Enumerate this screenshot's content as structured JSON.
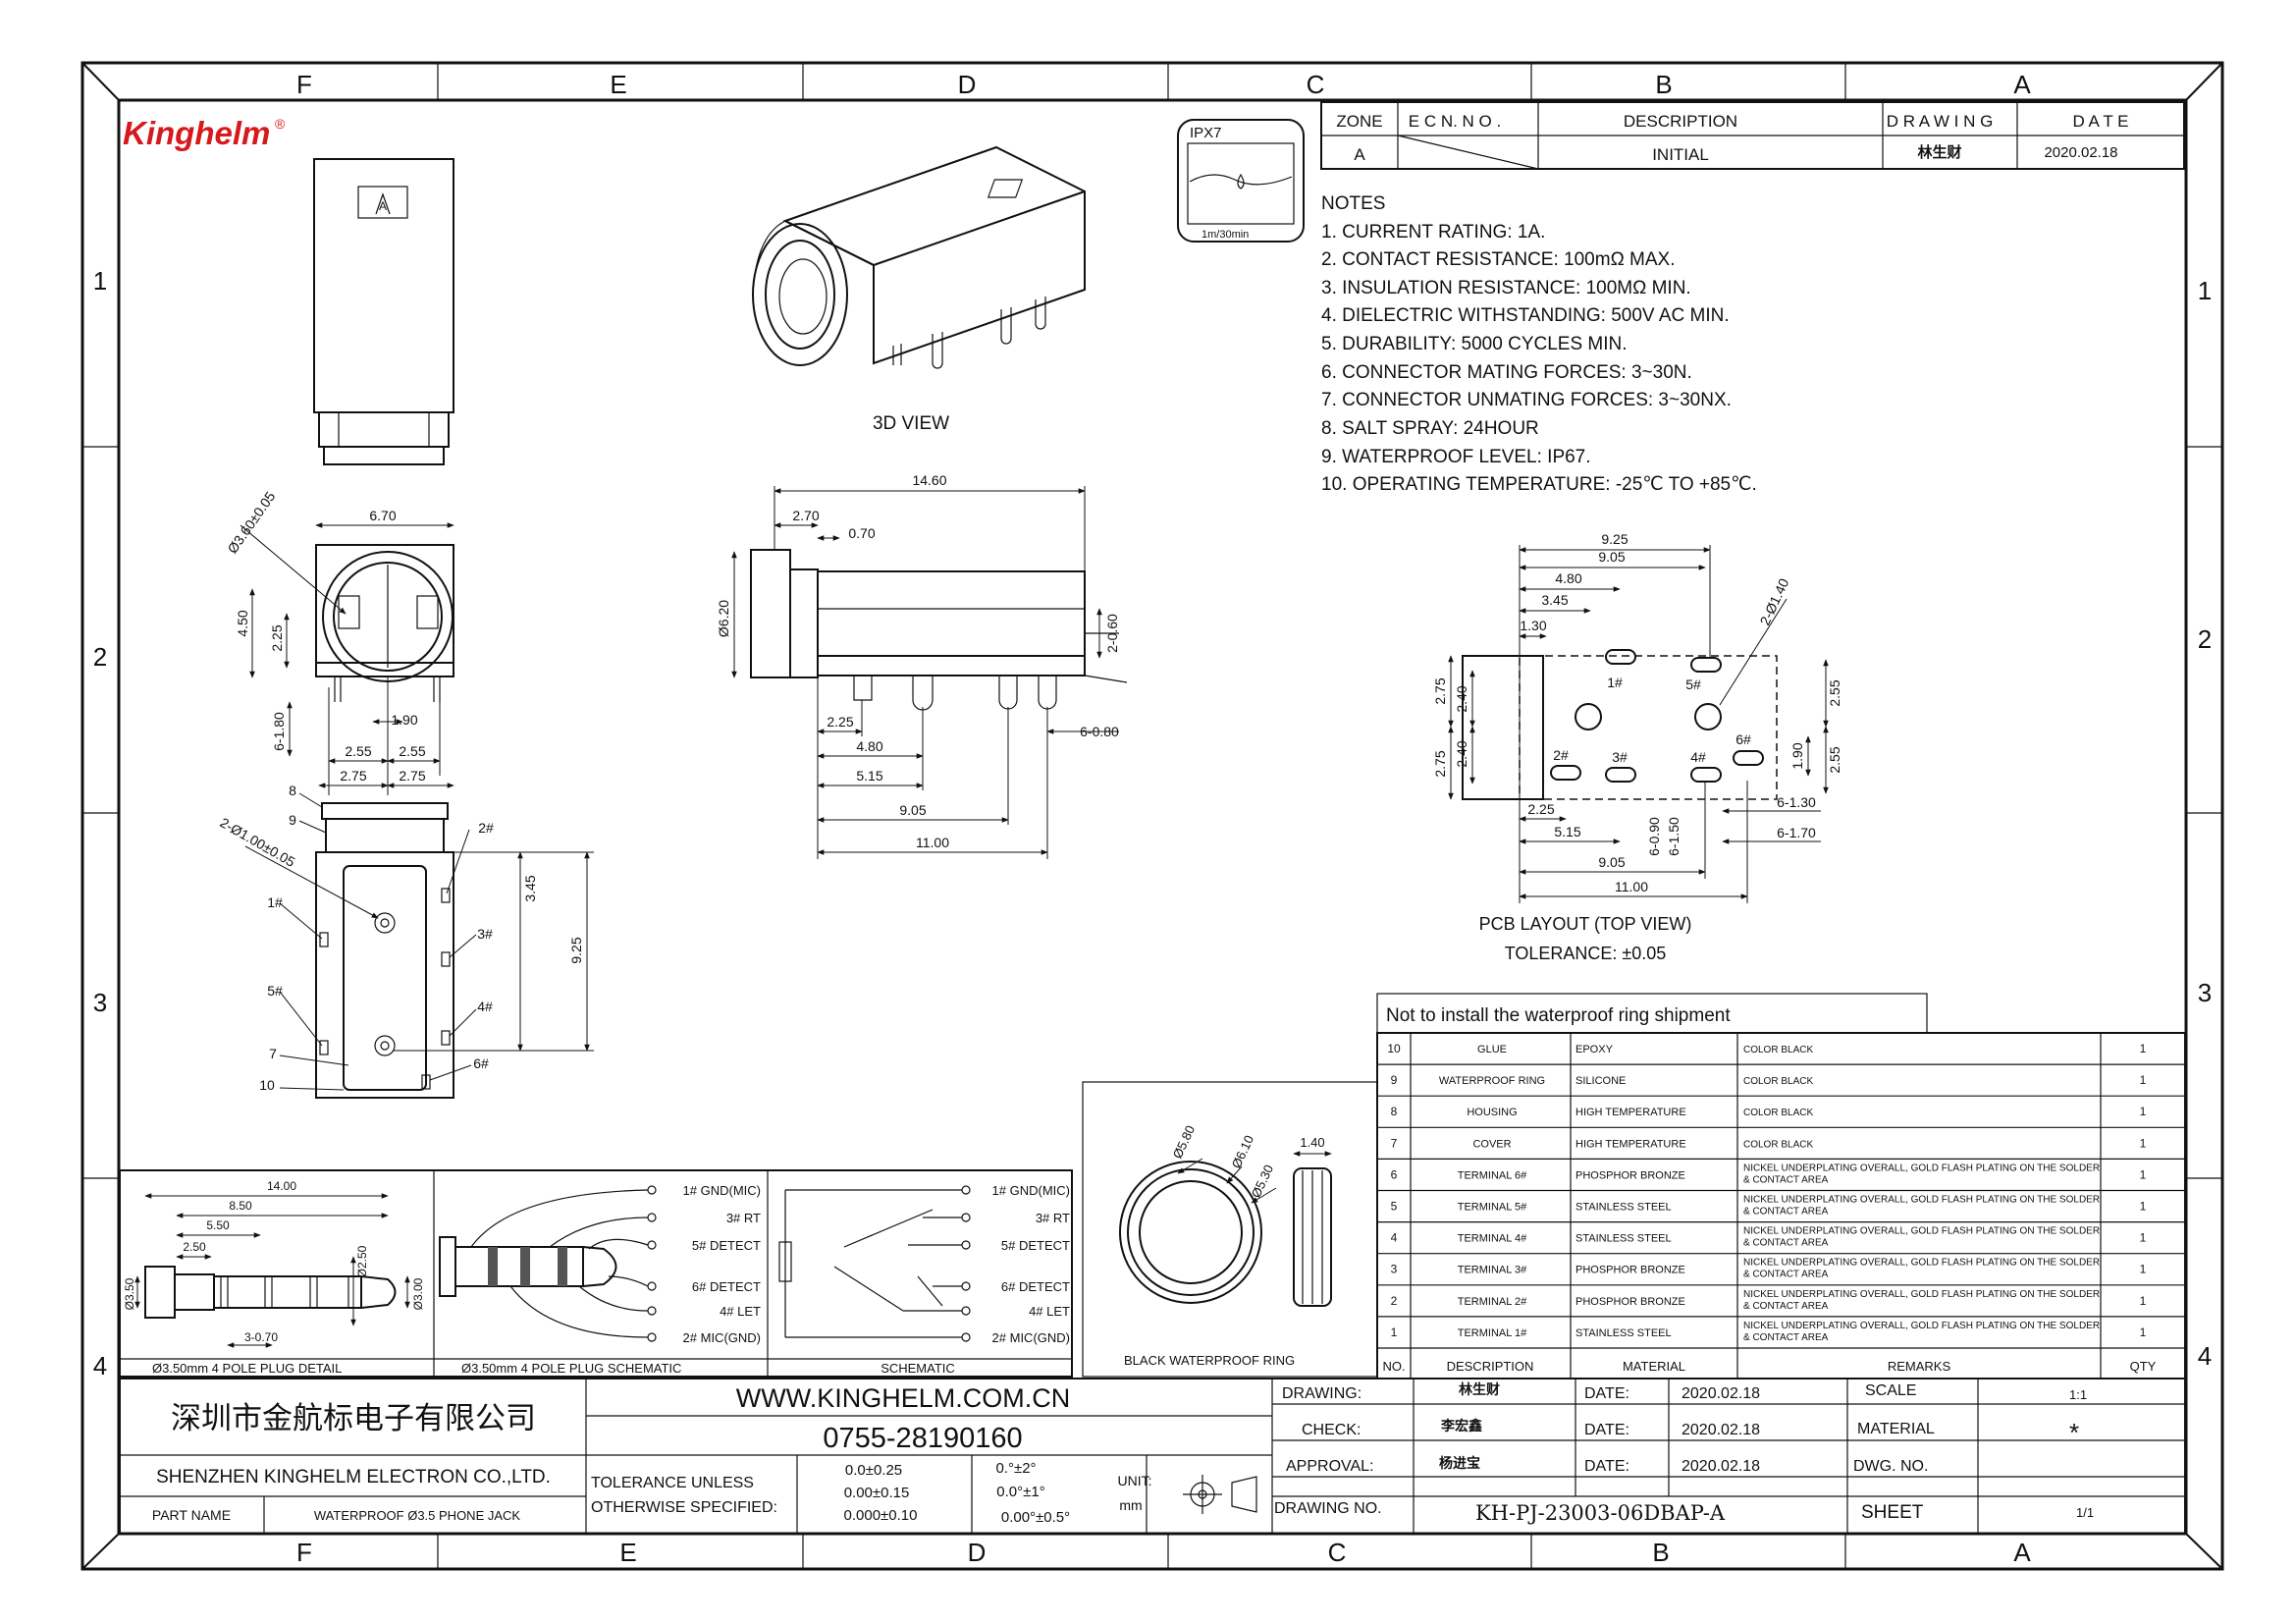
{
  "brand": {
    "logo_text": "Kinghelm",
    "logo_mark": "®",
    "color": "#d7191c"
  },
  "zones_top": [
    "F",
    "E",
    "D",
    "C",
    "B",
    "A"
  ],
  "zones_side": [
    "1",
    "2",
    "3",
    "4"
  ],
  "revision": {
    "headers": [
      "ZONE",
      "E C N. N O .",
      "DESCRIPTION",
      "D R A W I N G",
      "D A T E"
    ],
    "row": [
      "A",
      "",
      "INITIAL",
      "林生财",
      "2020.02.18"
    ]
  },
  "ipx": {
    "label": "IPX7",
    "depth": "1m/30min"
  },
  "notes": {
    "title": "NOTES",
    "items": [
      "1. CURRENT RATING: 1A.",
      "2. CONTACT RESISTANCE: 100mΩ MAX.",
      "3. INSULATION RESISTANCE: 100MΩ MIN.",
      "4. DIELECTRIC WITHSTANDING: 500V AC MIN.",
      "5. DURABILITY: 5000 CYCLES MIN.",
      "6. CONNECTOR MATING FORCES: 3~30N.",
      "7. CONNECTOR UNMATING FORCES: 3~30NX.",
      "8. SALT SPRAY: 24HOUR",
      "9. WATERPROOF LEVEL: IP67.",
      "10. OPERATING TEMPERATURE: -25℃ TO +85℃."
    ]
  },
  "views": {
    "view_3d": "3D VIEW",
    "pcb_title": "PCB LAYOUT (TOP VIEW)",
    "pcb_tol": "TOLERANCE: ±0.05",
    "ring_label": "BLACK WATERPROOF RING",
    "plug_detail": "Ø3.50mm 4 POLE PLUG DETAIL",
    "plug_schematic": "Ø3.50mm 4 POLE PLUG SCHEMATIC",
    "schematic": "SCHEMATIC",
    "box_letter": "A"
  },
  "dims": {
    "front": [
      "Ø3.60±0.05",
      "6.70",
      "4.50",
      "2.25",
      "6-1.80",
      "1.90",
      "2.55",
      "2.55",
      "2.75",
      "2.75"
    ],
    "side": [
      "14.60",
      "2.70",
      "0.70",
      "Ø6.20",
      "2-0.60",
      "2.25",
      "4.80",
      "5.15",
      "9.05",
      "11.00",
      "6-0.80"
    ],
    "bottom": [
      "2-Ø1.00±0.05",
      "3.45",
      "9.25"
    ],
    "bottom_callouts": [
      "8",
      "9",
      "1#",
      "2#",
      "3#",
      "5#",
      "4#",
      "7",
      "6#",
      "10"
    ],
    "pcb": [
      "9.25",
      "9.05",
      "4.80",
      "3.45",
      "1.30",
      "2-Ø1.40",
      "2.75",
      "2.40",
      "2.55",
      "2.75",
      "2.40",
      "1.90",
      "2.55",
      "2.25",
      "5.15",
      "6-0.90",
      "6-1.50",
      "6-1.30",
      "6-1.70",
      "9.05",
      "11.00"
    ],
    "pcb_pins": [
      "1#",
      "5#",
      "2#",
      "3#",
      "4#",
      "6#"
    ],
    "plug": [
      "14.00",
      "8.50",
      "5.50",
      "2.50",
      "Ø3.50",
      "Ø2.50",
      "Ø3.00",
      "3-0.70"
    ],
    "ring": [
      "Ø5.80",
      "Ø6.10",
      "Ø5.30",
      "1.40"
    ]
  },
  "schematic_labels": [
    "1# GND(MIC)",
    "3# RT",
    "5# DETECT",
    "6# DETECT",
    "4# LET",
    "2# MIC(GND)"
  ],
  "bom": {
    "note": "Not to install the waterproof ring shipment",
    "headers": [
      "NO.",
      "DESCRIPTION",
      "MATERIAL",
      "REMARKS",
      "QTY"
    ],
    "rows": [
      [
        "10",
        "GLUE",
        "EPOXY",
        "COLOR BLACK",
        "1"
      ],
      [
        "9",
        "WATERPROOF RING",
        "SILICONE",
        "COLOR BLACK",
        "1"
      ],
      [
        "8",
        "HOUSING",
        "HIGH TEMPERATURE",
        "COLOR BLACK",
        "1"
      ],
      [
        "7",
        "COVER",
        "HIGH TEMPERATURE",
        "COLOR BLACK",
        "1"
      ],
      [
        "6",
        "TERMINAL 6#",
        "PHOSPHOR BRONZE",
        "NICKEL UNDERPLATING OVERALL, GOLD FLASH PLATING ON THE SOLDER & CONTACT AREA",
        "1"
      ],
      [
        "5",
        "TERMINAL 5#",
        "STAINLESS STEEL",
        "NICKEL UNDERPLATING OVERALL, GOLD FLASH PLATING ON THE SOLDER & CONTACT AREA",
        "1"
      ],
      [
        "4",
        "TERMINAL 4#",
        "STAINLESS STEEL",
        "NICKEL UNDERPLATING OVERALL, GOLD FLASH PLATING ON THE SOLDER & CONTACT AREA",
        "1"
      ],
      [
        "3",
        "TERMINAL 3#",
        "PHOSPHOR BRONZE",
        "NICKEL UNDERPLATING OVERALL, GOLD FLASH PLATING ON THE SOLDER & CONTACT AREA",
        "1"
      ],
      [
        "2",
        "TERMINAL 2#",
        "PHOSPHOR BRONZE",
        "NICKEL UNDERPLATING OVERALL, GOLD FLASH PLATING ON THE SOLDER & CONTACT AREA",
        "1"
      ],
      [
        "1",
        "TERMINAL 1#",
        "STAINLESS STEEL",
        "NICKEL UNDERPLATING OVERALL, GOLD FLASH PLATING ON THE SOLDER & CONTACT AREA",
        "1"
      ]
    ]
  },
  "title_block": {
    "company_cn": "深圳市金航标电子有限公司",
    "company_en": "SHENZHEN KINGHELM ELECTRON CO.,LTD.",
    "website": "WWW.KINGHELM.COM.CN",
    "phone": "0755-28190160",
    "part_name_label": "PART NAME",
    "part_name": "WATERPROOF Ø3.5 PHONE JACK",
    "tol_label_1": "TOLERANCE UNLESS",
    "tol_label_2": "OTHERWISE SPECIFIED:",
    "tol_linear": [
      "0.0±0.25",
      "0.00±0.15",
      "0.000±0.10"
    ],
    "tol_angular": [
      "0.°±2°",
      "0.0°±1°",
      "0.00°±0.5°"
    ],
    "unit_label": "UNIT:",
    "unit": "mm",
    "drawing_label": "DRAWING:",
    "drawing_by": "林生财",
    "check_label": "CHECK:",
    "check_by": "李宏鑫",
    "approval_label": "APPROVAL:",
    "approval_by": "杨进宝",
    "drawing_no_label": "DRAWING NO.",
    "drawing_no": "KH-PJ-23003-06DBAP-A",
    "date_label": "DATE:",
    "dates": [
      "2020.02.18",
      "2020.02.18",
      "2020.02.18"
    ],
    "scale_label": "SCALE",
    "scale": "1:1",
    "material_label": "MATERIAL",
    "material": "*",
    "dwg_no_label": "DWG. NO.",
    "dwg_no": "",
    "sheet_label": "SHEET",
    "sheet": "1/1"
  }
}
